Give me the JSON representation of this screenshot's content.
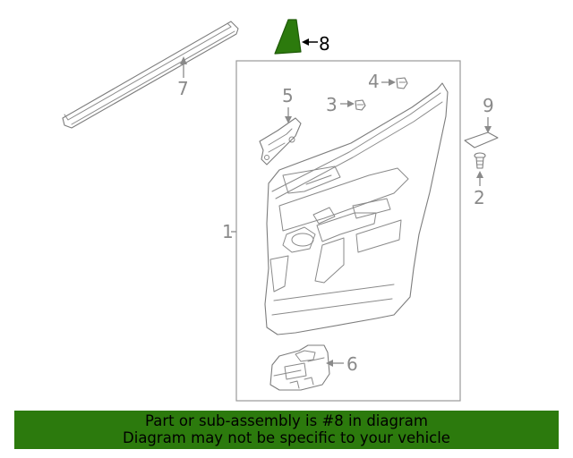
{
  "callouts": {
    "c1": "1",
    "c2": "2",
    "c3": "3",
    "c4": "4",
    "c5": "5",
    "c6": "6",
    "c7": "7",
    "c8": "8",
    "c9": "9"
  },
  "highlight": {
    "part_number": "8",
    "color": "#2c7a0d"
  },
  "banner": {
    "line1": "Part or sub-assembly is #8 in diagram",
    "line2": "Diagram may not be specific to your vehicle",
    "background": "#2c7a0d"
  }
}
